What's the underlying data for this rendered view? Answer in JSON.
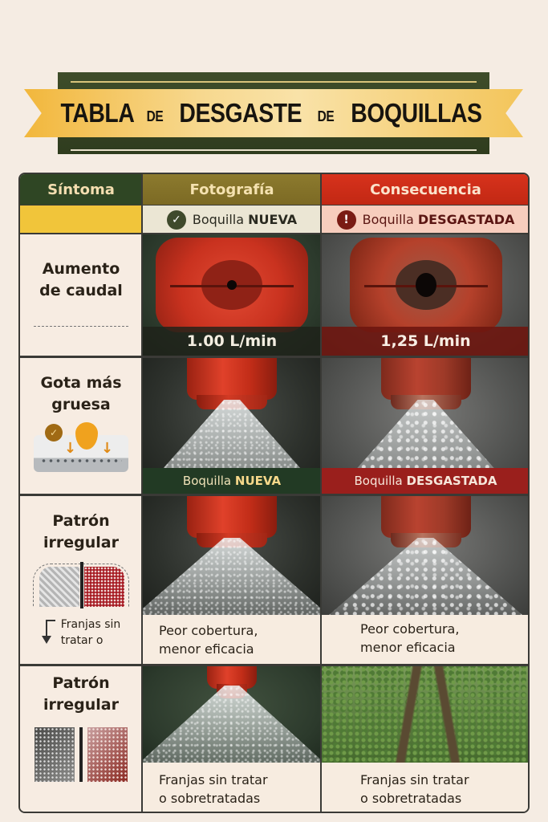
{
  "banner": {
    "title_parts": [
      "TABLA",
      "DE",
      "DESGASTE",
      "DE",
      "BOQUILLAS"
    ]
  },
  "table": {
    "headers": {
      "symptom": "Síntoma",
      "photo": "Fotografía",
      "consequence": "Consecuencia"
    },
    "subheaders": {
      "new": {
        "prefix": "Boquilla",
        "strong": "NUEVA",
        "icon": "check-circle-icon"
      },
      "worn": {
        "prefix": "Boquilla",
        "strong": "DESGASTADA",
        "icon": "exclamation-circle-icon"
      }
    },
    "rows": [
      {
        "symptom_lines": [
          "Aumento",
          "de caudal"
        ],
        "new_caption": "1.00 L/min",
        "worn_caption": "1,25 L/min",
        "new_image": "new-nozzle-front-photo",
        "worn_image": "worn-nozzle-front-photo"
      },
      {
        "symptom_lines": [
          "Gota más",
          "gruesa"
        ],
        "icon": "droplet-size-icon",
        "new_caption_prefix": "Boquilla",
        "new_caption_strong": "NUEVA",
        "worn_caption_prefix": "Boquilla",
        "worn_caption_strong": "DESGASTADA",
        "new_image": "new-nozzle-fine-spray-photo",
        "worn_image": "worn-nozzle-coarse-spray-photo"
      },
      {
        "symptom_lines": [
          "Patrón",
          "irregular"
        ],
        "icon": "spray-pattern-comparison-icon",
        "note_lines": [
          "Franjas  sin",
          "tratar o"
        ],
        "new_caption_lines": [
          "Peor cobertura,",
          "menor eficacia"
        ],
        "worn_caption_lines": [
          "Peor cobertura,",
          "menor eficacia"
        ],
        "new_image": "nozzle-spray-photo",
        "worn_image": "worn-nozzle-spray-photo"
      },
      {
        "symptom_lines": [
          "Patrón",
          "irregular"
        ],
        "icon": "spray-texture-comparison-icon",
        "new_caption_lines": [
          "Franjas sin tratar",
          "o sobretratadas"
        ],
        "worn_caption_lines": [
          "Franjas sin tratar",
          "o sobretratadas"
        ],
        "new_image": "nozzle-fan-spray-photo",
        "worn_image": "crop-field-strips-photo"
      }
    ]
  },
  "colors": {
    "background": "#f5ece3",
    "symptom_header": "#2f4624",
    "photo_header": "#8c7a2e",
    "consequence_header": "#d7321c",
    "symptom_subheader": "#f1c53a",
    "new_subheader": "#ebe6d4",
    "worn_subheader": "#f7cdbd",
    "banner_gold": "#f2b73c",
    "banner_green": "#3f4d2a"
  }
}
